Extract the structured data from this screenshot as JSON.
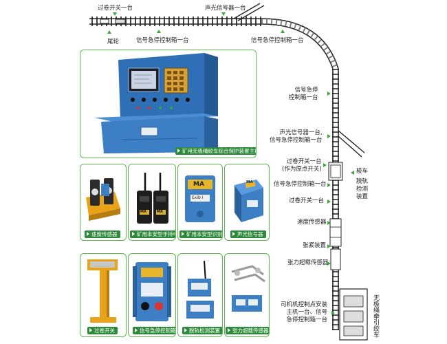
{
  "track_labels": {
    "top_overwind": "过卷开关一台",
    "top_beacon": "声光信号器一台",
    "tail_wheel": "尾轮",
    "top_estop_1": "信号急停控制箱一台",
    "top_estop_2": "信号急停控制箱一台",
    "right_estop_1": "信号急停\n控制箱一台",
    "right_beacon_estop": "声光信号器一台,\n信号急停控制箱一台",
    "right_overwind_origin": "过卷开关一台\n(作为原点开关)",
    "right_estop_2": "信号急停控制箱一台",
    "right_overwind_2": "过卷开关一台",
    "speed_sensor": "速度传感器",
    "tension_device": "张紧装置",
    "tension_overspeed_sensor": "张力超载传感器",
    "driver_point": "司机机控制点安装\n主机一台、信号\n急停控制箱一台",
    "shuttle": "梭车",
    "derail_device": "脱轨\n检测\n装置",
    "winch_vertical": "无极绳牵引绞车"
  },
  "cards": {
    "main_host": "矿用无极绳绞车综合保护装置主机",
    "speed_sensor": "速度传感器",
    "handheld_radio": "矿用本安型手持电台",
    "id_card": "矿用本安型识别卡",
    "beacon": "声光信号器",
    "overwind_switch": "过卷开关",
    "signal_estop_box": "信号急停控制箱",
    "derail_detector": "脱轨检测装置",
    "tension_overload": "张力超载传感器"
  },
  "device_text": {
    "id_card_brand": "MA",
    "id_card_mark": "Exib I",
    "beacon_brand": "MA",
    "radio_brand": "MA"
  },
  "colors": {
    "accent_green": "#5cba4a",
    "caption_green": "#2d8a3a",
    "marker_green": "#3aa83a",
    "device_blue": "#3c7fc4"
  }
}
